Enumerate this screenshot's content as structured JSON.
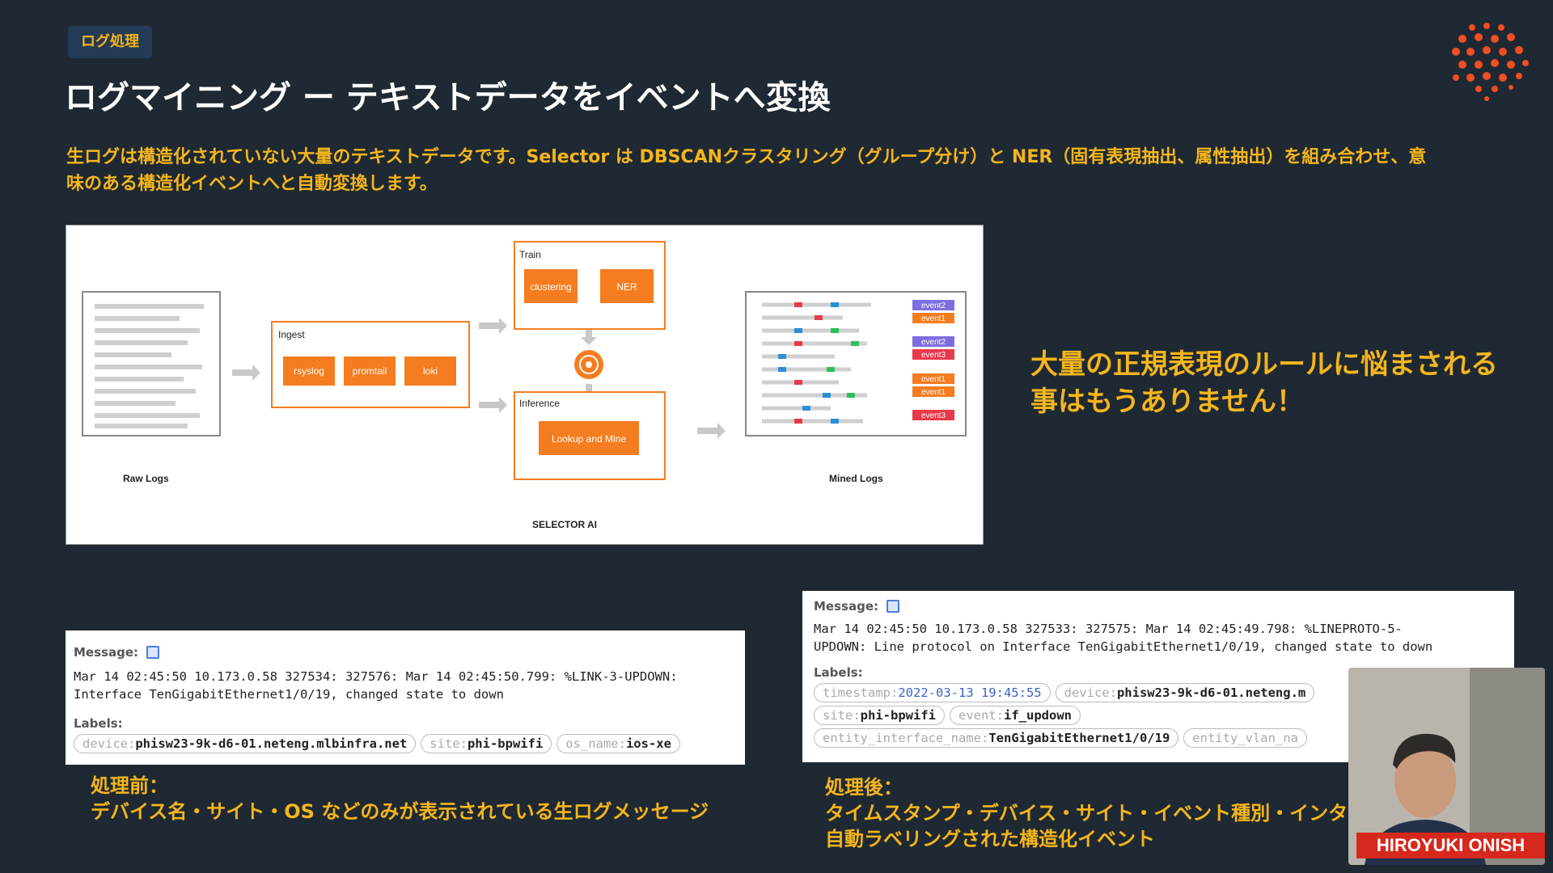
{
  "slide": {
    "tag": "ログ処理",
    "title": "ログマイニング ー テキストデータをイベントへ変換",
    "intro": "生ログは構造化されていない大量のテキストデータです。Selector は DBSCANクラスタリング（グループ分け）と NER（固有表現抽出、属性抽出）を組み合わせ、意味のある構造化イベントへと自動変換します。",
    "callout": "大量の正規表現のルールに悩まされる事はもうありません！"
  },
  "diagram": {
    "raw_logs": "Raw Logs",
    "ingest": "Ingest",
    "ingest_items": [
      "rsyslog",
      "promtail",
      "loki"
    ],
    "train": "Train",
    "train_items": [
      "clustering",
      "NER"
    ],
    "inference": "Inference",
    "inference_item": "Lookup and Mine",
    "mined_logs": "Mined Logs",
    "selector_ai": "SELECTOR AI",
    "events": [
      "event2",
      "event1",
      "event2",
      "event3",
      "event1",
      "event1",
      "event3"
    ],
    "colors": {
      "orange": "#f57c1f",
      "purple": "#7d6ee0",
      "red": "#e8394a",
      "green": "#2fbf5a",
      "blue": "#2a8fd6"
    }
  },
  "before": {
    "label": "Message:",
    "message_line1": "Mar 14 02:45:50 10.173.0.58 327534: 327576: Mar 14 02:45:50.799: %LINK-3-UPDOWN:",
    "message_line2": "Interface TenGigabitEthernet1/0/19, changed state to down",
    "labels_title": "Labels:",
    "chips": [
      {
        "key": "device:",
        "value": "phisw23-9k-d6-01.neteng.mlbinfra.net"
      },
      {
        "key": "site:",
        "value": "phi-bpwifi"
      },
      {
        "key": "os_name:",
        "value": "ios-xe"
      }
    ],
    "caption_line1": "処理前：",
    "caption_line2": "デバイス名・サイト・OS などのみが表示されている生ログメッセージ"
  },
  "after": {
    "label": "Message:",
    "message_line1": "Mar 14 02:45:50 10.173.0.58 327533: 327575: Mar 14 02:45:49.798: %LINEPROTO-5-",
    "message_line2": "UPDOWN: Line protocol on Interface TenGigabitEthernet1/0/19, changed state to down",
    "labels_title": "Labels:",
    "chips_row1": [
      {
        "key": "timestamp:",
        "value": "2022-03-13 19:45:55"
      },
      {
        "key": "device:",
        "value": "phisw23-9k-d6-01.neteng.m"
      }
    ],
    "chips_row2": [
      {
        "key": "site:",
        "value": "phi-bpwifi"
      },
      {
        "key": "event:",
        "value": "if_updown"
      }
    ],
    "chips_row3": [
      {
        "key": "entity_interface_name:",
        "value": "TenGigabitEthernet1/0/19"
      },
      {
        "key": "entity_vlan_na",
        "value": ""
      }
    ],
    "caption_line1": "処理後：",
    "caption_line2": "タイムスタンプ・デバイス・サイト・イベント種別・インターフェ",
    "caption_line3": "自動ラベリングされた構造化イベント"
  },
  "presenter": {
    "name": "HIROYUKI ONISH"
  }
}
